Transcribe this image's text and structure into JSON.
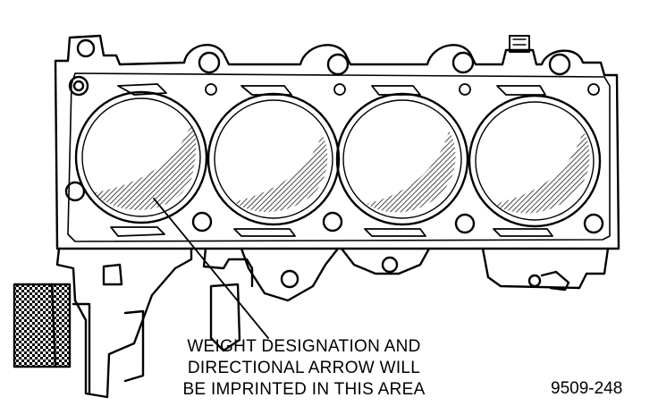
{
  "callout": {
    "line1": "WEIGHT DESIGNATION AND",
    "line2": "DIRECTIONAL ARROW WILL",
    "line3": "BE IMPRINTED IN THIS AREA"
  },
  "figure_id": "9509-248",
  "colors": {
    "ink": "#000000",
    "paper": "#ffffff"
  }
}
